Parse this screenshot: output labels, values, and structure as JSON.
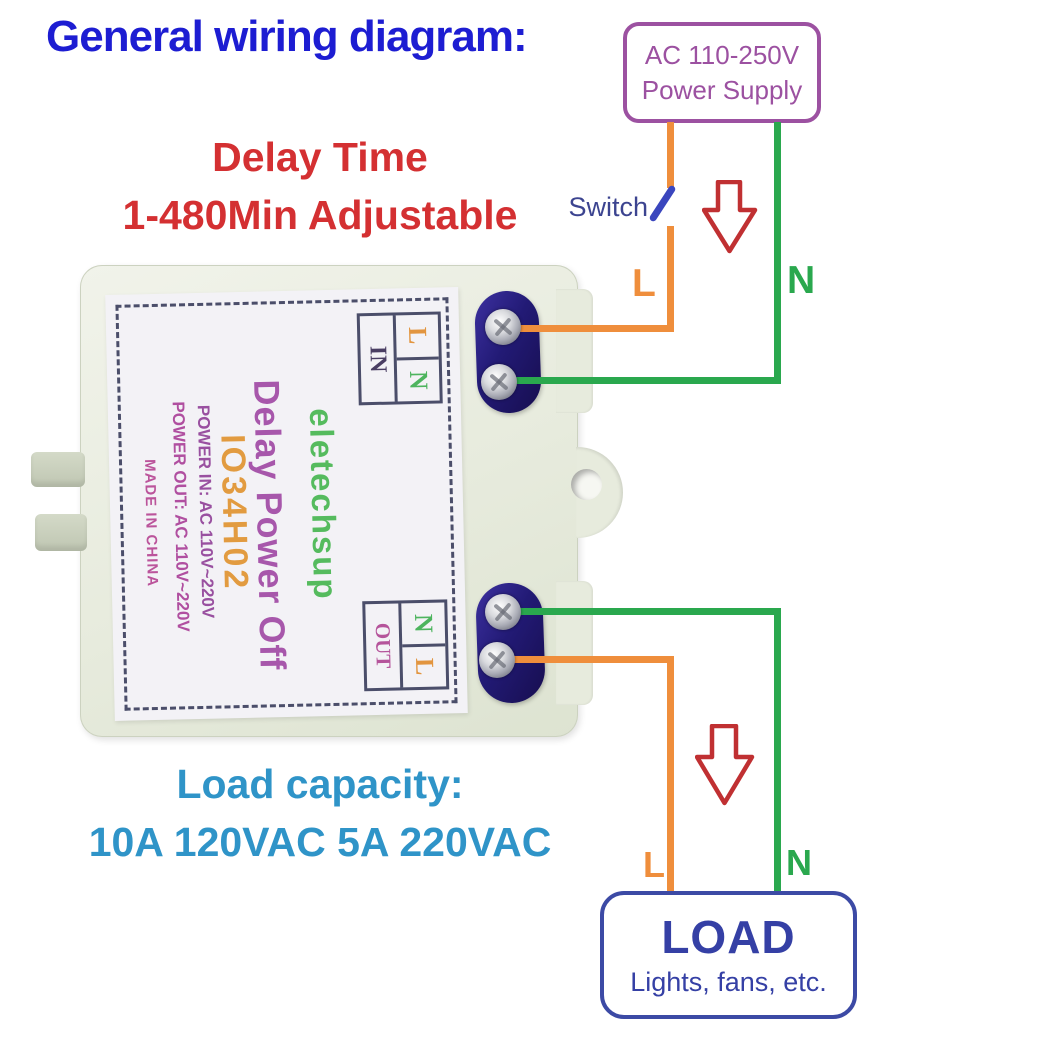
{
  "title": {
    "text": "General wiring diagram:"
  },
  "delay_note": {
    "line1": "Delay Time",
    "line2": "1-480Min Adjustable"
  },
  "power_supply_box": {
    "line1": "AC 110-250V",
    "line2": "Power Supply"
  },
  "switch": {
    "label": "Switch"
  },
  "input_wires": {
    "live_label": "L",
    "neutral_label": "N"
  },
  "output_wires": {
    "live_label": "L",
    "neutral_label": "N"
  },
  "module_label": {
    "brand": "eletechsup",
    "product": "Delay Power Off",
    "model": "IO34H02",
    "power_in": "POWER IN: AC 110V~220V",
    "power_out": "POWER OUT: AC 110V~220V",
    "origin": "MADE IN CHINA",
    "in_terminal": {
      "label": "IN",
      "top_cell": "L",
      "bottom_cell": "N"
    },
    "out_terminal": {
      "label": "OUT",
      "top_cell": "N",
      "bottom_cell": "L"
    }
  },
  "load_note": {
    "line1": "Load capacity:",
    "line2": "10A 120VAC 5A 220VAC"
  },
  "load_box": {
    "line1": "LOAD",
    "line2": "Lights, fans, etc."
  },
  "colors": {
    "live_wire": "#ef8e3c",
    "neutral_wire": "#2aa84e",
    "arrow_red": "#c03032",
    "title_blue": "#1d1dd2",
    "note_red": "#d43032",
    "capacity_blue": "#2f94c8",
    "supply_purple": "#9c51a1",
    "load_indigo": "#3c4aa5",
    "switch_blue": "#3a46be",
    "terminal_navy": "#2c2388"
  }
}
